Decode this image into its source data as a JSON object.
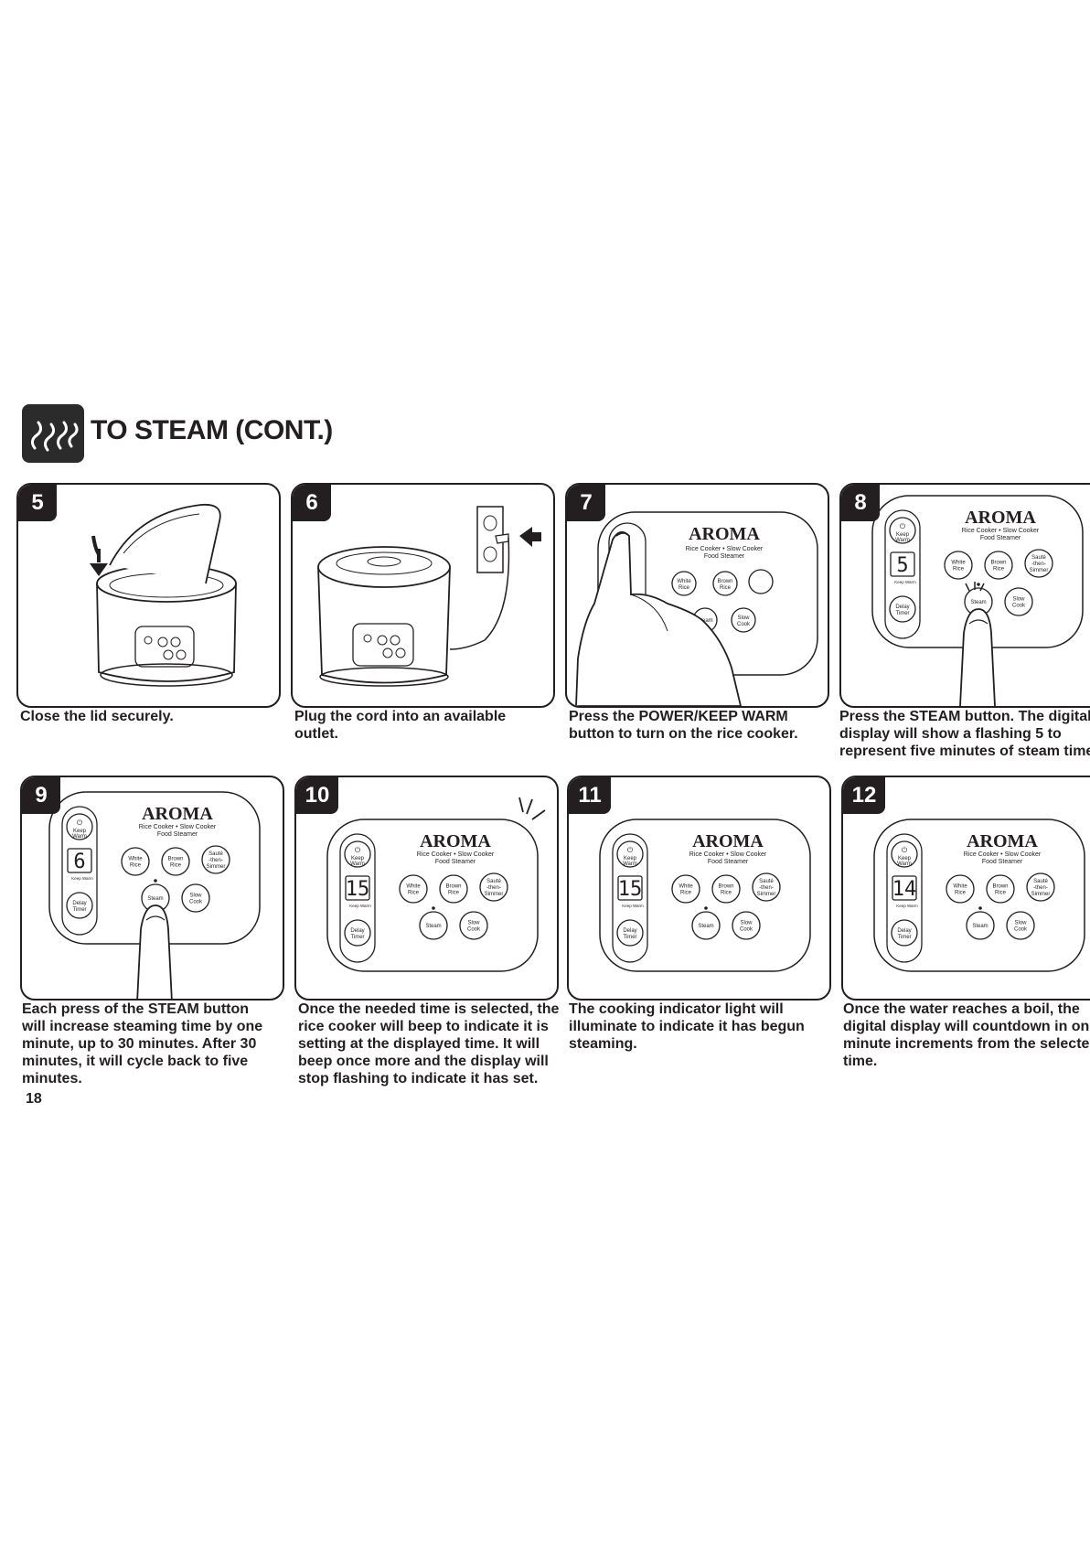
{
  "section": {
    "title": "TO STEAM (CONT.)",
    "icon": "steam-icon"
  },
  "panel": {
    "brand": "AROMA",
    "subtitle_line1": "Rice Cooker • Slow Cooker",
    "subtitle_line2": "Food Steamer",
    "keep_warm": [
      "Keep",
      "Warm"
    ],
    "keep_warm_indicator": "Keep Warm",
    "delay_timer": [
      "Delay",
      "Timer"
    ],
    "white_rice": [
      "White",
      "Rice"
    ],
    "brown_rice": [
      "Brown",
      "Rice"
    ],
    "saute": [
      "Sauté",
      "-then-",
      "Simmer"
    ],
    "steam": "Steam",
    "slow_cook": [
      "Slow",
      "Cook"
    ]
  },
  "steps": [
    {
      "number": "5",
      "lines": [
        "Close the lid securely."
      ]
    },
    {
      "number": "6",
      "lines": [
        "Plug the cord into an available",
        "outlet."
      ]
    },
    {
      "number": "7",
      "lines": [
        "Press the POWER/KEEP WARM",
        "button to turn on the rice cooker."
      ]
    },
    {
      "number": "8",
      "display": "5",
      "lines": [
        "Press the STEAM button. The digital",
        "display will show a flashing 5 to",
        "represent five minutes of steam time."
      ]
    },
    {
      "number": "9",
      "display": "6",
      "lines": [
        "Each press of the STEAM button",
        "will increase steaming time by one",
        "minute, up to 30 minutes. After 30",
        "minutes, it will cycle back to five",
        "minutes."
      ]
    },
    {
      "number": "10",
      "display": "15",
      "lines": [
        "Once the needed time is selected, the",
        "rice cooker will beep to indicate it is",
        "setting at the displayed time. It will",
        "beep once more and the display will",
        "stop flashing to indicate it has set."
      ]
    },
    {
      "number": "11",
      "display": "15",
      "lines": [
        "The cooking indicator light will",
        "illuminate to indicate it has begun",
        "steaming."
      ]
    },
    {
      "number": "12",
      "display": "14",
      "lines": [
        "Once the water reaches a boil, the",
        "digital display will countdown in one",
        "minute increments from the selected",
        "time."
      ]
    }
  ],
  "page_number": "18"
}
